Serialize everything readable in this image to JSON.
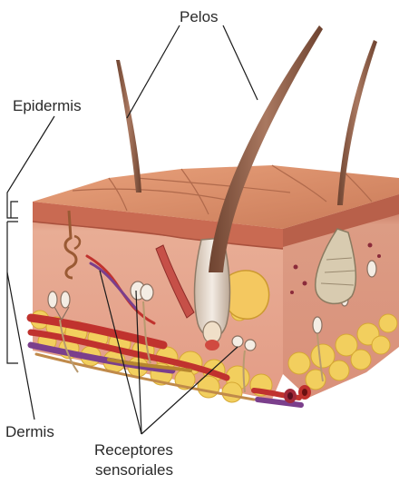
{
  "labels": {
    "hair": "Pelos",
    "epidermis": "Epidermis",
    "dermis": "Dermis",
    "receptors_line1": "Receptores",
    "receptors_line2": "sensoriales"
  },
  "colors": {
    "skin_top": "#d98e6a",
    "skin_side": "#c96e5a",
    "dermis": "#e7a790",
    "fat": "#f3d26a",
    "artery": "#c0322e",
    "vein": "#7b3f8c",
    "hair": "#8a5a44",
    "leader_line": "#1a1a1a"
  }
}
